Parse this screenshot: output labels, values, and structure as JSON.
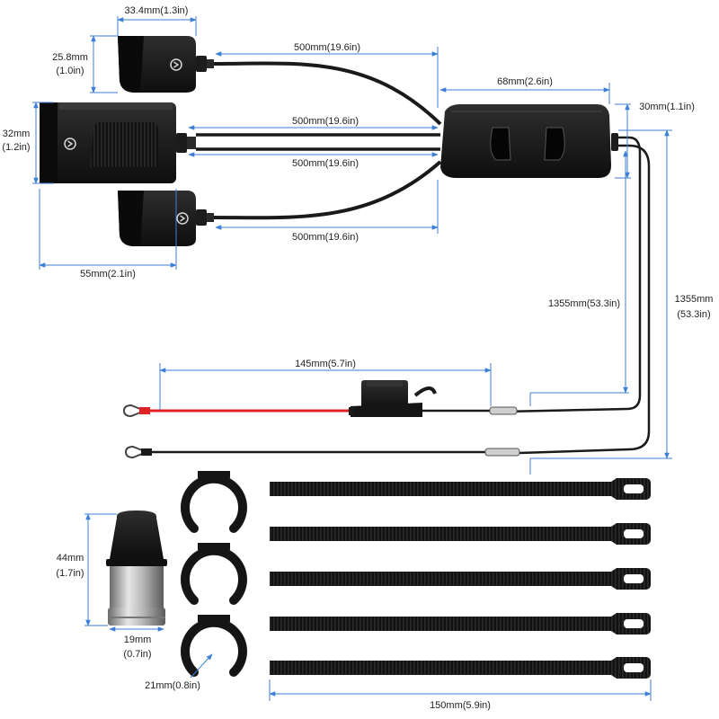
{
  "dimensions": {
    "socket_width": "33.4mm(1.3in)",
    "socket_height_mm": "25.8mm",
    "socket_height_in": "(1.0in)",
    "dual_height_mm": "32mm",
    "dual_height_in": "(1.2in)",
    "dual_width": "55mm(2.1in)",
    "cable_top": "500mm(19.6in)",
    "cable_mid_1": "500mm(19.6in)",
    "cable_mid_2": "500mm(19.6in)",
    "cable_bottom": "500mm(19.6in)",
    "hub_width": "68mm(2.6in)",
    "hub_height": "30mm(1.1in)",
    "lead_inner": "1355mm(53.3in)",
    "lead_outer_mm": "1355mm",
    "lead_outer_in": "(53.3in)",
    "fuse_lead": "145mm(5.7in)",
    "plug_height_mm": "44mm",
    "plug_height_in": "(1.7in)",
    "plug_width_mm": "19mm",
    "plug_width_in": "(0.7in)",
    "clamp_diameter": "21mm(0.8in)",
    "zip_tie_length": "150mm(5.9in)"
  },
  "colors": {
    "body": "#161616",
    "body_edge": "#2c2c2c",
    "dim_line": "#3d7fd6",
    "positive_wire": "#e22222",
    "wire": "#1a1a1a"
  },
  "icons": {
    "brand": "brand-logo-icon",
    "hub": "junction-box-icon",
    "fuse": "fuse-holder-icon",
    "terminal": "fork-terminal-icon",
    "plug": "cigarette-plug-icon",
    "clamp": "mounting-clamp-icon",
    "tie": "zip-tie-icon"
  }
}
